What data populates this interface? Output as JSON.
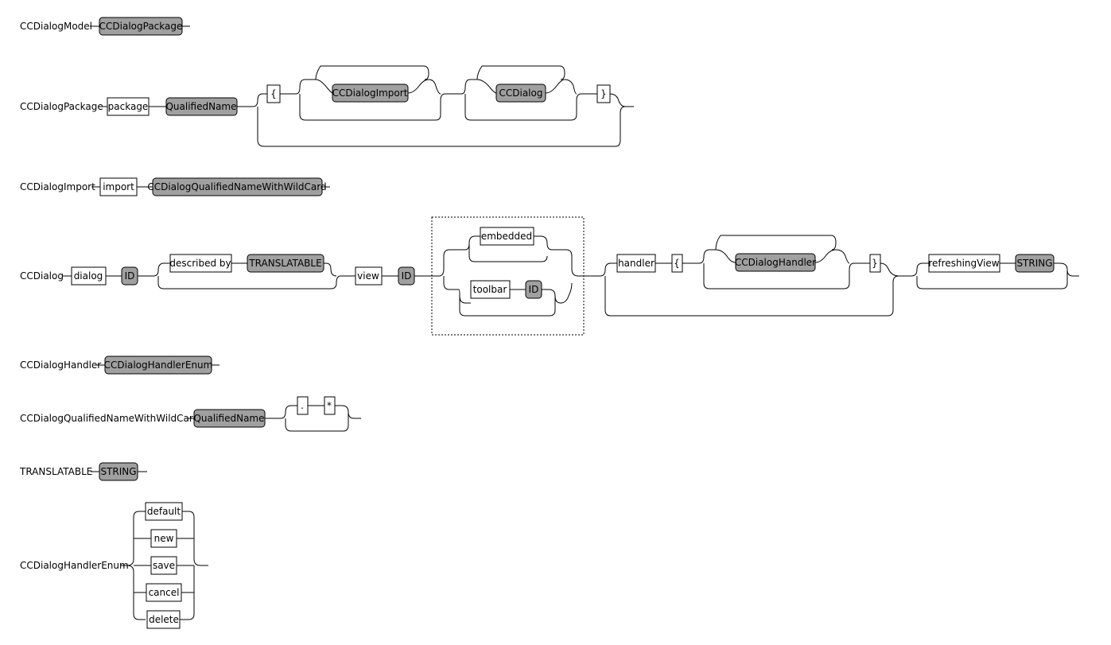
{
  "rules": {
    "CCDialogModel": {
      "name": "CCDialogModel",
      "ref": "CCDialogPackage"
    },
    "CCDialogPackage": {
      "name": "CCDialogPackage",
      "kw_package": "package",
      "ref_qname": "QualifiedName",
      "kw_open": "{",
      "ref_import": "CCDialogImport",
      "ref_dialog": "CCDialog",
      "kw_close": "}"
    },
    "CCDialogImport": {
      "name": "CCDialogImport",
      "kw_import": "import",
      "ref": "CCDialogQualifiedNameWithWildCard"
    },
    "CCDialog": {
      "name": "CCDialog",
      "kw_dialog": "dialog",
      "ref_id": "ID",
      "kw_described": "described by",
      "ref_translatable": "TRANSLATABLE",
      "kw_view": "view",
      "ref_view_id": "ID",
      "kw_embedded": "embedded",
      "kw_toolbar": "toolbar",
      "ref_toolbar_id": "ID",
      "kw_handler": "handler",
      "kw_open": "{",
      "ref_handler": "CCDialogHandler",
      "kw_close": "}",
      "kw_refreshing": "refreshingView",
      "ref_string": "STRING"
    },
    "CCDialogHandler": {
      "name": "CCDialogHandler",
      "ref": "CCDialogHandlerEnum"
    },
    "CCDialogQualifiedNameWithWildCard": {
      "name": "CCDialogQualifiedNameWithWildCard",
      "ref": "QualifiedName",
      "kw_dot": ".",
      "kw_star": "*"
    },
    "TRANSLATABLE": {
      "name": "TRANSLATABLE",
      "ref": "STRING"
    },
    "CCDialogHandlerEnum": {
      "name": "CCDialogHandlerEnum",
      "options": [
        "default",
        "new",
        "save",
        "cancel",
        "delete"
      ]
    }
  }
}
